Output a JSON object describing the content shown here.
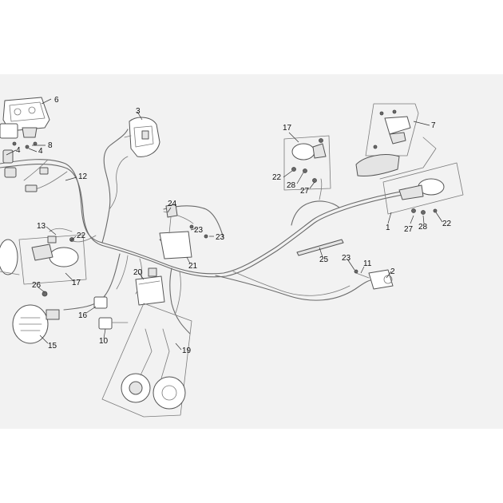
{
  "diagram": {
    "callouts": [
      {
        "id": "c6",
        "label": "6"
      },
      {
        "id": "c3",
        "label": "3"
      },
      {
        "id": "c8",
        "label": "8"
      },
      {
        "id": "c4a",
        "label": "4"
      },
      {
        "id": "c4b",
        "label": "4"
      },
      {
        "id": "c12",
        "label": "12"
      },
      {
        "id": "c7",
        "label": "7"
      },
      {
        "id": "c17a",
        "label": "17"
      },
      {
        "id": "c22a",
        "label": "22"
      },
      {
        "id": "c28a",
        "label": "28"
      },
      {
        "id": "c27a",
        "label": "27"
      },
      {
        "id": "c24",
        "label": "24"
      },
      {
        "id": "c23a",
        "label": "23"
      },
      {
        "id": "c23b",
        "label": "23"
      },
      {
        "id": "c1",
        "label": "1"
      },
      {
        "id": "c27b",
        "label": "27"
      },
      {
        "id": "c28b",
        "label": "28"
      },
      {
        "id": "c22b",
        "label": "22"
      },
      {
        "id": "c13",
        "label": "13"
      },
      {
        "id": "c22c",
        "label": "22"
      },
      {
        "id": "c21",
        "label": "21"
      },
      {
        "id": "c25",
        "label": "25"
      },
      {
        "id": "c23c",
        "label": "23"
      },
      {
        "id": "c11",
        "label": "11"
      },
      {
        "id": "c2",
        "label": "2"
      },
      {
        "id": "c17b",
        "label": "17"
      },
      {
        "id": "c20",
        "label": "20"
      },
      {
        "id": "c26",
        "label": "26"
      },
      {
        "id": "c16",
        "label": "16"
      },
      {
        "id": "c15",
        "label": "15"
      },
      {
        "id": "c10",
        "label": "10"
      },
      {
        "id": "c19",
        "label": "19"
      }
    ]
  }
}
